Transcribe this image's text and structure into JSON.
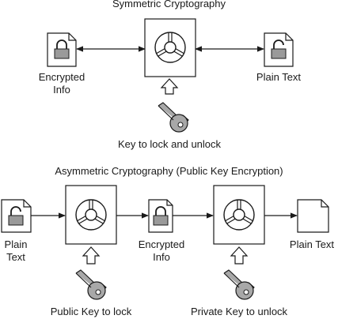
{
  "symmetric": {
    "title": "Symmetric Cryptography",
    "encrypted_label": "Encrypted\nInfo",
    "plain_label": "Plain Text",
    "key_label": "Key to lock and unlock"
  },
  "asymmetric": {
    "title": "Asymmetric Cryptography (Public Key Encryption)",
    "plain_in_label": "Plain\nText",
    "encrypted_label": "Encrypted\nInfo",
    "plain_out_label": "Plain Text",
    "public_key_label": "Public Key to lock",
    "private_key_label": "Private Key to unlock"
  },
  "colors": {
    "stroke": "#1a1a1a",
    "fill": "#ffffff",
    "key_fill": "#a8a8a8",
    "lock_fill": "#9a9a9a"
  },
  "icons": [
    "locked-document-icon",
    "unlocked-document-icon",
    "blank-document-icon",
    "cipher-box-icon",
    "key-icon",
    "up-arrow-icon"
  ]
}
